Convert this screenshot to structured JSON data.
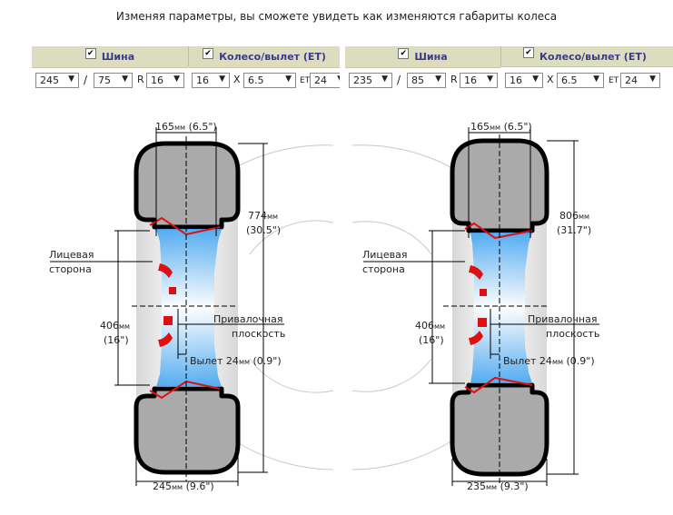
{
  "caption": "Изменяя параметры, вы сможете увидеть как изменяются габариты колеса",
  "check_mark": "✔",
  "left": {
    "header_tire": "Шина",
    "header_wheel": "Колесо/вылет (ET)",
    "width": "245",
    "profile": "75",
    "r_label": "R",
    "diameter": "16",
    "rim_diameter": "16",
    "x_label": "X",
    "rim_width": "6.5",
    "et_label": "ET",
    "et": "24",
    "slash": "/",
    "rim_width_mm": "165",
    "rim_width_in": "(6.5\")",
    "overall_mm": "774",
    "overall_in": "(30.5\")",
    "rim_dia_mm": "406",
    "rim_dia_in": "(16\")",
    "tire_width_mm": "245",
    "tire_width_in": "(9.6\")",
    "offset_text": "Вылет 24",
    "offset_in": "(0.9\")",
    "face_1": "Лицевая",
    "face_2": "сторона",
    "mount_1": "Привалочная",
    "mount_2": "плоскость"
  },
  "right": {
    "header_tire": "Шина",
    "header_wheel": "Колесо/вылет (ET)",
    "width": "235",
    "profile": "85",
    "r_label": "R",
    "diameter": "16",
    "rim_diameter": "16",
    "x_label": "X",
    "rim_width": "6.5",
    "et_label": "ET",
    "et": "24",
    "slash": "/",
    "rim_width_mm": "165",
    "rim_width_in": "(6.5\")",
    "overall_mm": "806",
    "overall_in": "(31.7\")",
    "rim_dia_mm": "406",
    "rim_dia_in": "(16\")",
    "tire_width_mm": "235",
    "tire_width_in": "(9.3\")",
    "offset_text": "Вылет 24",
    "offset_in": "(0.9\")",
    "face_1": "Лицевая",
    "face_2": "сторона",
    "mount_1": "Привалочная",
    "mount_2": "плоскость"
  },
  "unit_mm": "мм",
  "dropdown_arrow": "▼"
}
